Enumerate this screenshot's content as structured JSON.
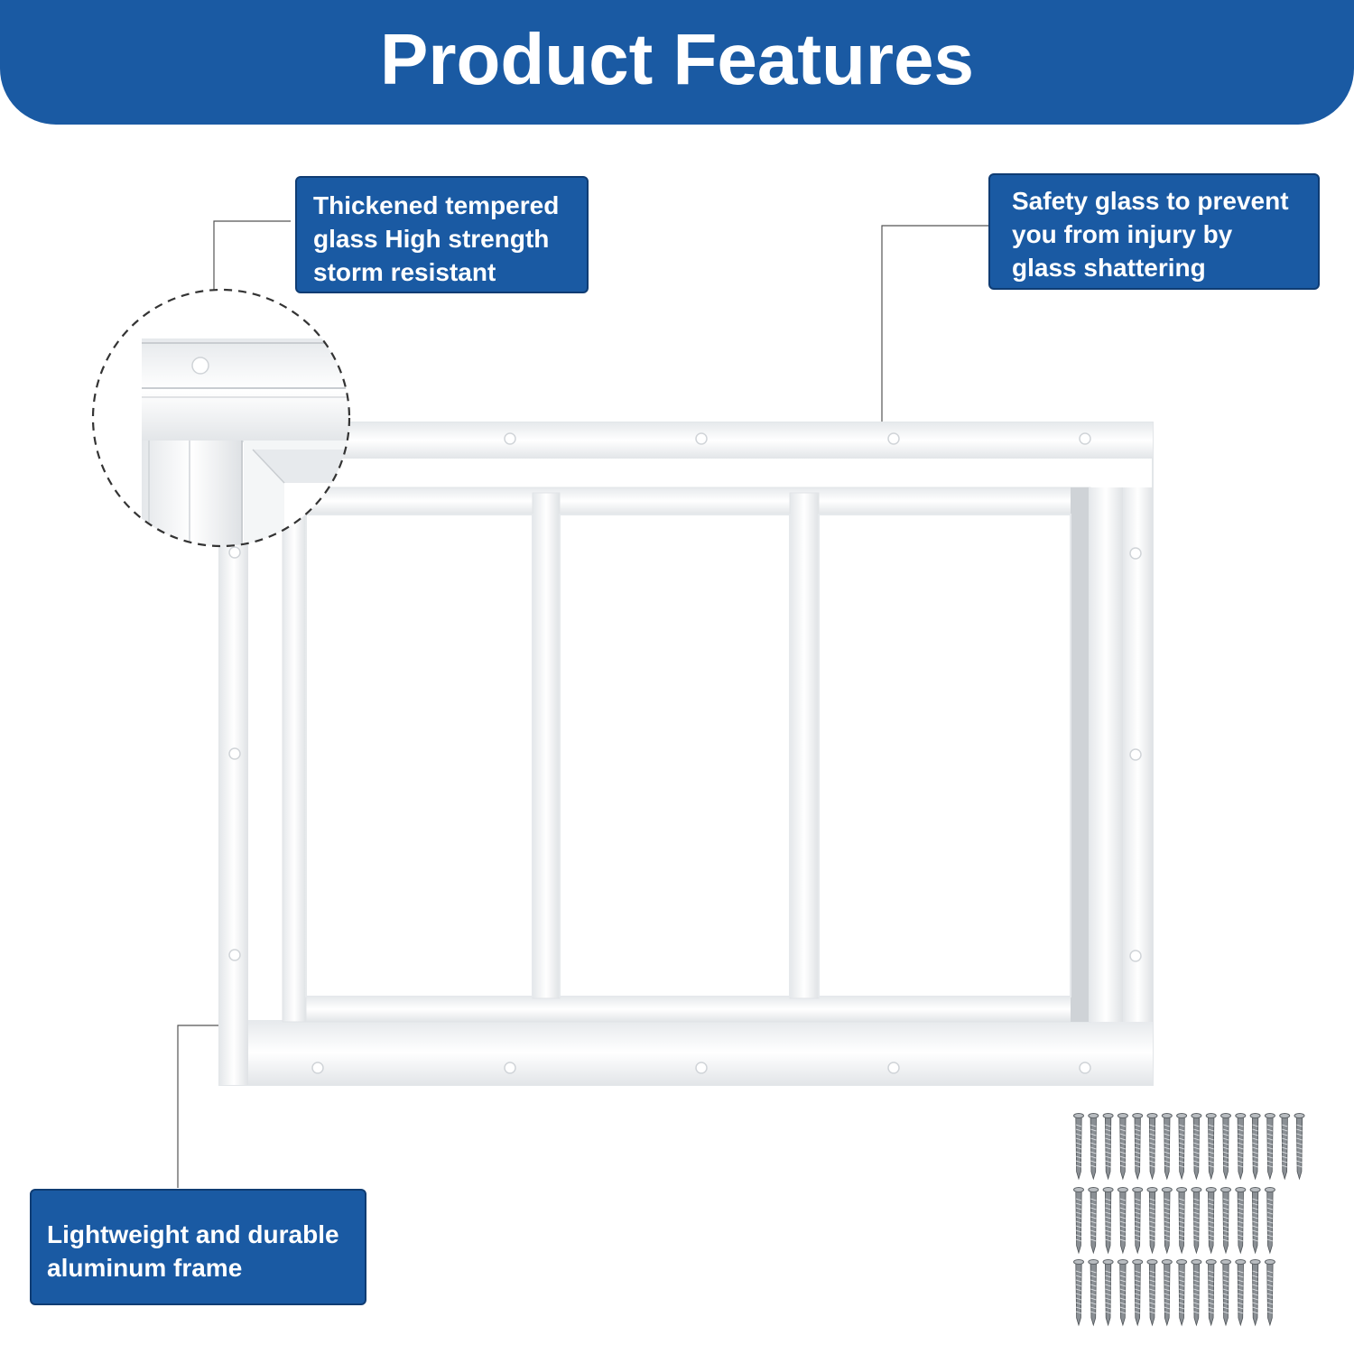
{
  "header": {
    "title": "Product Features"
  },
  "callouts": {
    "tempered_glass": {
      "lines": [
        "Thickened tempered",
        "glass High strength",
        "storm resistant"
      ]
    },
    "safety_glass": {
      "lines": [
        "Safety glass to prevent",
        "you from injury by",
        "glass shattering"
      ]
    },
    "frame": {
      "lines": [
        "Lightweight and durable",
        "aluminum frame"
      ]
    }
  },
  "colors": {
    "brand_blue": "#1a5aa3",
    "callout_border": "#0f3c73",
    "frame_white": "#ffffff",
    "screw_steel": "#8a8f94"
  },
  "product": {
    "pane_count": 3,
    "screw_count": 44
  }
}
